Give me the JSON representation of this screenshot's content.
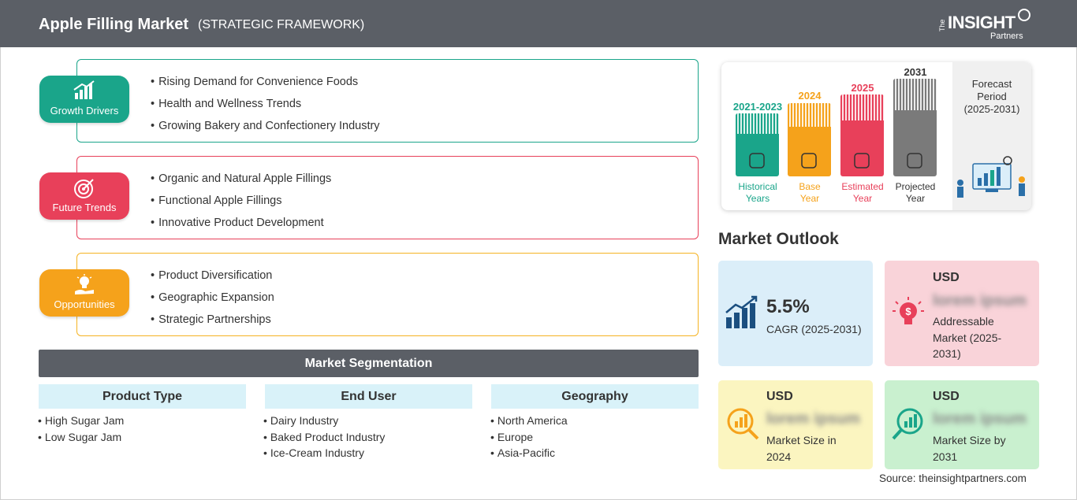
{
  "header": {
    "title": "Apple Filling Market",
    "subtitle": "(STRATEGIC FRAMEWORK)",
    "logo": {
      "the": "The",
      "insight": "INSIGHT",
      "partners": "Partners"
    }
  },
  "framework": [
    {
      "label": "Growth Drivers",
      "color": "#1aa58a",
      "icon": "growth-chart-icon",
      "items": [
        "Rising Demand for Convenience Foods",
        "Health and Wellness Trends",
        "Growing Bakery and Confectionery Industry"
      ]
    },
    {
      "label": "Future Trends",
      "color": "#e8405a",
      "icon": "target-icon",
      "items": [
        "Organic and Natural Apple Fillings",
        "Functional Apple Fillings",
        "Innovative Product Development"
      ]
    },
    {
      "label": "Opportunities",
      "color": "#f5a21b",
      "icon": "lightbulb-hand-icon",
      "items": [
        "Product Diversification",
        "Geographic Expansion",
        "Strategic Partnerships"
      ]
    }
  ],
  "segmentation": {
    "title": "Market Segmentation",
    "columns": [
      {
        "heading": "Product Type",
        "items": [
          "High Sugar Jam",
          "Low Sugar Jam"
        ]
      },
      {
        "heading": "End User",
        "items": [
          "Dairy Industry",
          "Baked Product Industry",
          "Ice-Cream Industry"
        ]
      },
      {
        "heading": "Geography",
        "items": [
          "North America",
          "Europe",
          "Asia-Pacific"
        ]
      }
    ]
  },
  "timeline": {
    "bars": [
      {
        "year": "2021-2023",
        "label1": "Historical",
        "label2": "Years",
        "color": "#1aa58a",
        "icon": "history-clock-icon"
      },
      {
        "year": "2024",
        "label1": "Base",
        "label2": "Year",
        "color": "#f5a21b",
        "icon": "calendar-icon"
      },
      {
        "year": "2025",
        "label1": "Estimated",
        "label2": "Year",
        "color": "#e8405a",
        "icon": "estimate-gear-icon"
      },
      {
        "year": "2031",
        "label1": "Projected",
        "label2": "Year",
        "color": "#7a7a7a",
        "icon": "presentation-board-icon"
      }
    ],
    "forecast": {
      "line1": "Forecast",
      "line2": "Period",
      "line3": "(2025-2031)"
    }
  },
  "outlook": {
    "title": "Market Outlook",
    "cagr": {
      "value": "5.5%",
      "label": "CAGR (2025-2031)",
      "bg": "#dbeef9"
    },
    "addressable": {
      "currency": "USD",
      "value": "lorem ipsum",
      "line1": "Addressable",
      "line2": "Market (2025-",
      "line3": "2031)",
      "bg": "#f9d3d9"
    },
    "size2024": {
      "currency": "USD",
      "value": "lorem ipsum",
      "line1": "Market Size in",
      "line2": "2024",
      "bg": "#fbf5c0"
    },
    "size2031": {
      "currency": "USD",
      "value": "lorem ipsum",
      "line1": "Market Size by",
      "line2": "2031",
      "bg": "#c9f0cf"
    }
  },
  "source": "Source: theinsightpartners.com"
}
